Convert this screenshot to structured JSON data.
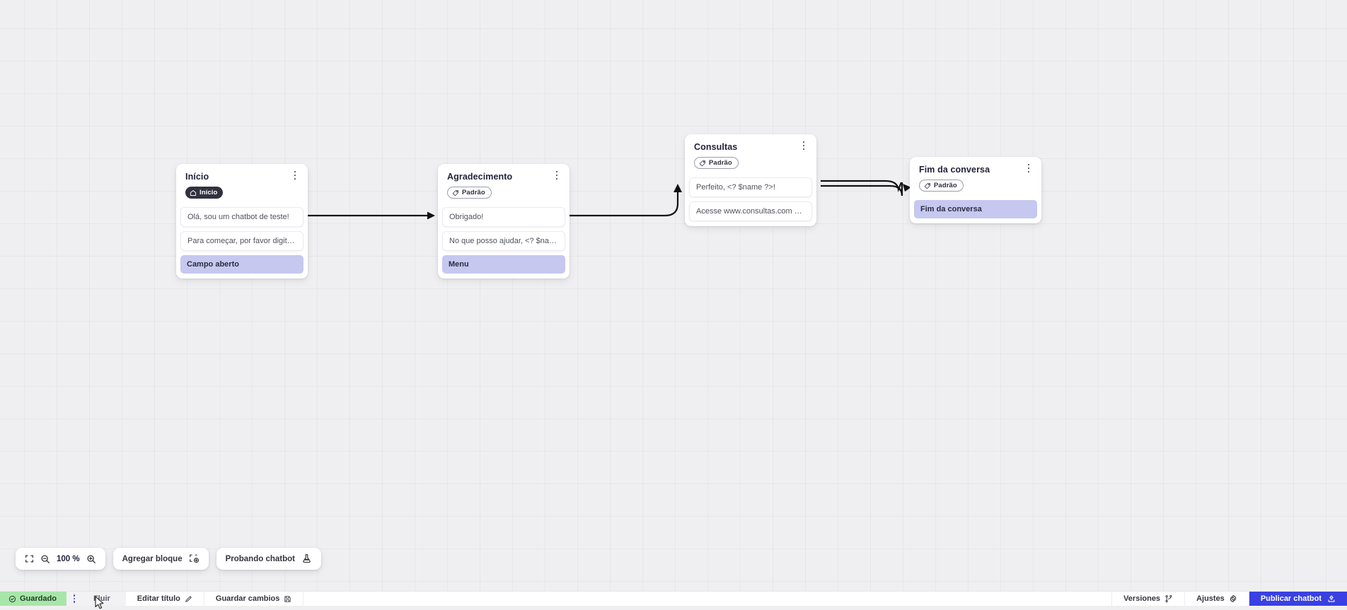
{
  "canvas": {
    "zoom_label": "100 %",
    "grid": true
  },
  "nodes": [
    {
      "id": "inicio",
      "title": "Início",
      "badge": {
        "label": "Início",
        "icon": "home-icon",
        "style": "dark"
      },
      "messages": [
        "Olá, sou um chatbot de teste!",
        "Para começar, por favor digite o ..."
      ],
      "chip": "Campo aberto",
      "menu_icon": "kebab-menu-icon"
    },
    {
      "id": "agradecimento",
      "title": "Agradecimento",
      "badge": {
        "label": "Padrão",
        "icon": "tag-icon",
        "style": "outline"
      },
      "messages": [
        "Obrigado!",
        "No que posso ajudar, <? $name ..."
      ],
      "chip": "Menu",
      "menu_icon": "kebab-menu-icon"
    },
    {
      "id": "consultas",
      "title": "Consultas",
      "badge": {
        "label": "Padrão",
        "icon": "tag-icon",
        "style": "outline"
      },
      "messages": [
        "Perfeito, <? $name ?>!",
        "Acesse www.consultas.com par..."
      ],
      "chip": null,
      "menu_icon": "kebab-menu-icon"
    },
    {
      "id": "fim-da-conversa",
      "title": "Fim da conversa",
      "badge": {
        "label": "Padrão",
        "icon": "tag-icon",
        "style": "outline"
      },
      "messages": [],
      "chip": "Fim da conversa",
      "menu_icon": "kebab-menu-icon"
    }
  ],
  "toolbar": {
    "fit_icon": "fit-screen-icon",
    "zoom_out_icon": "zoom-out-icon",
    "zoom_in_icon": "zoom-in-icon",
    "zoom_value": "100 %",
    "add_block_label": "Agregar bloque",
    "add_block_icon": "add-block-icon",
    "test_chatbot_label": "Probando chatbot",
    "test_chatbot_icon": "flask-icon"
  },
  "statusbar": {
    "saved_label": "Guardado",
    "saved_icon": "check-circle-icon",
    "kebab_icon": "kebab-menu-icon",
    "flow_label": "Fluir",
    "edit_title_label": "Editar título",
    "edit_title_icon": "pencil-icon",
    "save_changes_label": "Guardar cambios",
    "save_changes_icon": "floppy-disk-icon",
    "versions_label": "Versiones",
    "versions_icon": "branch-icon",
    "settings_label": "Ajustes",
    "settings_icon": "gear-icon",
    "publish_label": "Publicar chatbot",
    "publish_icon": "upload-icon"
  },
  "colors": {
    "canvas_bg": "#efeff1",
    "accent_blue": "#3a40e2",
    "saved_green": "#a9e5a9",
    "chip_purple": "#c6c8f0",
    "badge_dark": "#31313f"
  }
}
